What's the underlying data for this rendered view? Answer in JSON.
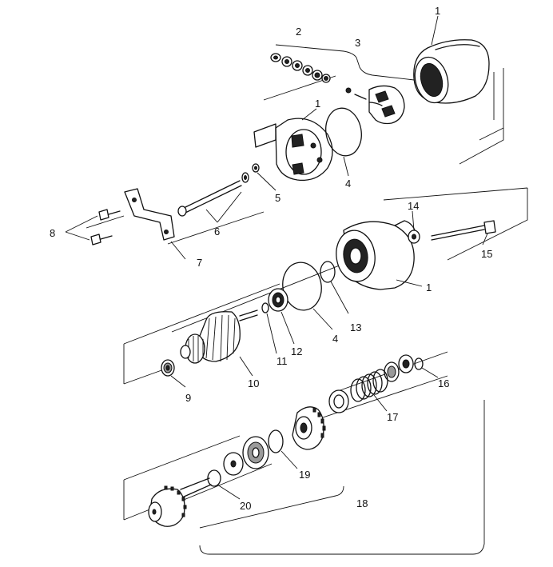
{
  "diagram": {
    "callouts": [
      {
        "id": "c1a",
        "text": "1"
      },
      {
        "id": "c2",
        "text": "2"
      },
      {
        "id": "c3",
        "text": "3"
      },
      {
        "id": "c1b",
        "text": "1"
      },
      {
        "id": "c4a",
        "text": "4"
      },
      {
        "id": "c5",
        "text": "5"
      },
      {
        "id": "c6",
        "text": "6"
      },
      {
        "id": "c8",
        "text": "8"
      },
      {
        "id": "c7",
        "text": "7"
      },
      {
        "id": "c14",
        "text": "14"
      },
      {
        "id": "c15",
        "text": "15"
      },
      {
        "id": "c1c",
        "text": "1"
      },
      {
        "id": "c13",
        "text": "13"
      },
      {
        "id": "c4b",
        "text": "4"
      },
      {
        "id": "c12",
        "text": "12"
      },
      {
        "id": "c11",
        "text": "11"
      },
      {
        "id": "c10",
        "text": "10"
      },
      {
        "id": "c9",
        "text": "9"
      },
      {
        "id": "c16",
        "text": "16"
      },
      {
        "id": "c17",
        "text": "17"
      },
      {
        "id": "c19",
        "text": "19"
      },
      {
        "id": "c20",
        "text": "20"
      },
      {
        "id": "c18",
        "text": "18"
      }
    ]
  }
}
